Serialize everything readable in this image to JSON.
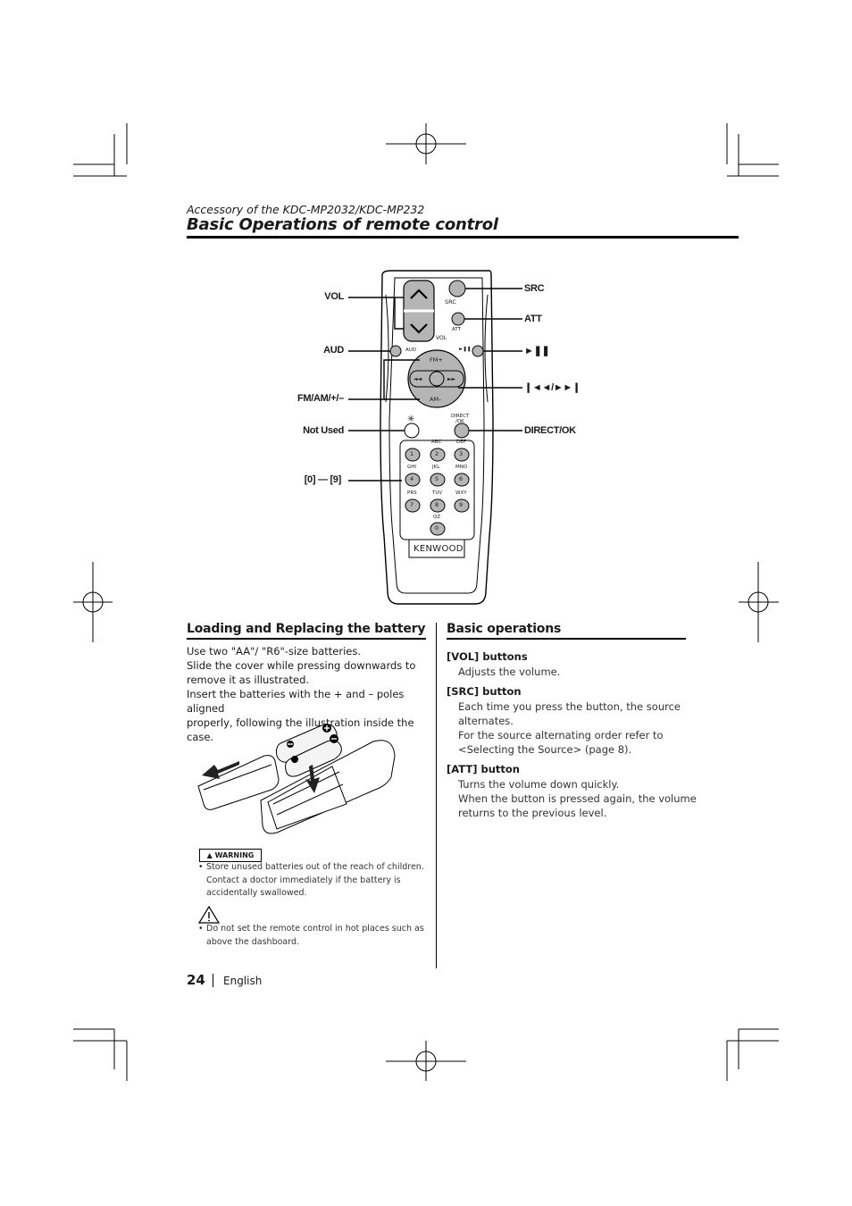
{
  "header": {
    "subtitle": "Accessory of the KDC-MP2032/KDC-MP232",
    "title": "Basic Operations of remote control"
  },
  "remote": {
    "brand": "KENWOOD",
    "callouts": {
      "vol": "VOL",
      "aud": "AUD",
      "fm_am": "FM/AM/+/–",
      "not_used": "Not Used",
      "digits": "[0] — [9]",
      "src": "SRC",
      "att": "ATT",
      "play_pause": "►❚❚",
      "track": "❙◄◄/►►❙",
      "direct_ok": "DIRECT/OK"
    },
    "small_labels": {
      "src": "SRC",
      "att": "ATT",
      "vol": "VOL",
      "aud": "AUD",
      "fm": "FM+",
      "am": "AM–",
      "direct": "DIRECT",
      "ok": "/OK",
      "star": "✳",
      "play": "►❚❚",
      "prev": "◄◄",
      "next": "►►"
    },
    "keypad": [
      {
        "digit": "1",
        "letters": ""
      },
      {
        "digit": "2",
        "letters": "ABC"
      },
      {
        "digit": "3",
        "letters": "DEF"
      },
      {
        "digit": "4",
        "letters": "GHI"
      },
      {
        "digit": "5",
        "letters": "JKL"
      },
      {
        "digit": "6",
        "letters": "MNO"
      },
      {
        "digit": "7",
        "letters": "PRS"
      },
      {
        "digit": "8",
        "letters": "TUV"
      },
      {
        "digit": "9",
        "letters": "WXY"
      },
      {
        "digit": "0",
        "letters": "QZ"
      }
    ]
  },
  "battery": {
    "heading": "Loading and Replacing the battery",
    "lines": [
      "Use two \"AA\"/ \"R6\"-size batteries.",
      "Slide the cover while pressing downwards to",
      "remove it as illustrated.",
      "Insert the batteries with the + and – poles aligned",
      "properly, following the illustration inside the case."
    ],
    "warning_label": "WARNING",
    "warning_lines": [
      "Store unused batteries out of the reach of children.",
      "Contact a doctor immediately if the battery is",
      "accidentally swallowed."
    ],
    "caution_lines": [
      "Do not set the remote control in hot places such as",
      "above the dashboard."
    ]
  },
  "basic_ops": {
    "heading": "Basic operations",
    "items": [
      {
        "title": "[VOL] buttons",
        "lines": [
          "Adjusts the volume."
        ]
      },
      {
        "title": "[SRC] button",
        "lines": [
          "Each time you press the button, the source",
          "alternates.",
          "For the source alternating order refer to",
          "<Selecting the Source> (page 8)."
        ]
      },
      {
        "title": "[ATT] button",
        "lines": [
          "Turns the volume down quickly.",
          "When the button is pressed again, the volume",
          "returns to the previous level."
        ]
      }
    ]
  },
  "footer": {
    "page_number": "24",
    "language": "English"
  }
}
